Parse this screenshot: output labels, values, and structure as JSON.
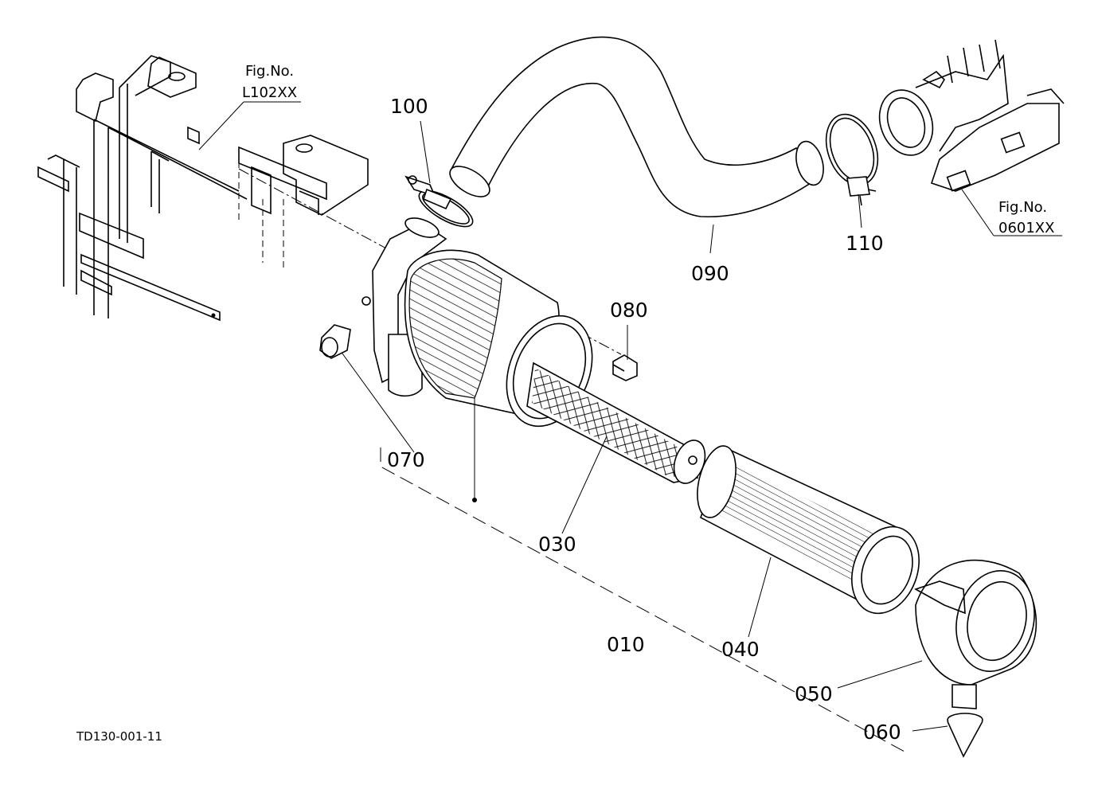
{
  "drawing_code": "TD130-001-11",
  "references": [
    {
      "id": "frame",
      "line1": "Fig.No.",
      "line2": "L102XX"
    },
    {
      "id": "manifold",
      "line1": "Fig.No.",
      "line2": "0601XX"
    }
  ],
  "parts": [
    {
      "id": "p010",
      "label": "010"
    },
    {
      "id": "p030",
      "label": "030"
    },
    {
      "id": "p040",
      "label": "040"
    },
    {
      "id": "p050",
      "label": "050"
    },
    {
      "id": "p060",
      "label": "060"
    },
    {
      "id": "p070",
      "label": "070"
    },
    {
      "id": "p080",
      "label": "080"
    },
    {
      "id": "p090",
      "label": "090"
    },
    {
      "id": "p100",
      "label": "100"
    },
    {
      "id": "p110",
      "label": "110"
    }
  ]
}
